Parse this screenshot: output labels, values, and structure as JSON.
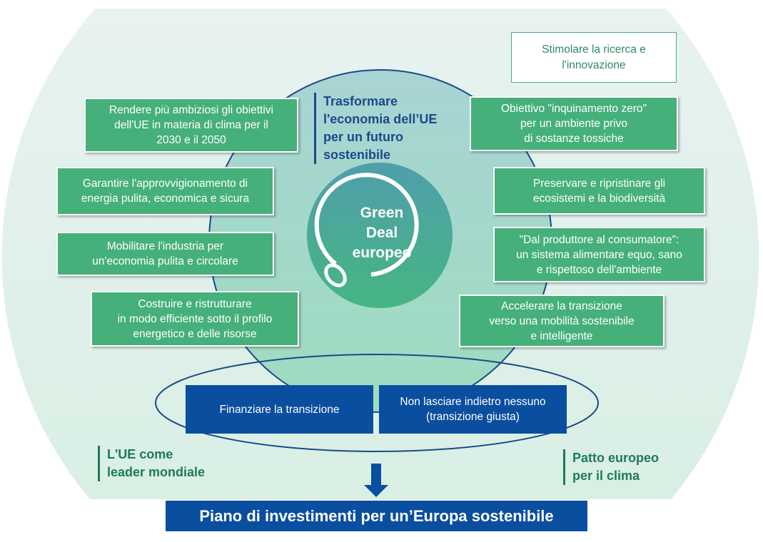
{
  "colors": {
    "green": "#45b07a",
    "blue": "#0a4ea0",
    "dark_green": "#1e7a5a",
    "navy": "#1a4a8a"
  },
  "center": {
    "line1": "Green",
    "line2": "Deal",
    "line3": "europeo"
  },
  "heading": {
    "line1": "Trasformare",
    "line2": "l'economia dell’UE",
    "line3": "per un futuro",
    "line4": "sostenibile"
  },
  "left_boxes": [
    {
      "line1": "Rendere più ambiziosi gli obiettivi",
      "line2": "dell'UE in materia di clima per il",
      "line3": "2030 e il 2050"
    },
    {
      "line1": "Garantire l'approvvigionamento di",
      "line2": "energia pulita, economica e sicura"
    },
    {
      "line1": "Mobilitare l'industria per",
      "line2": "un'economia pulita e circolare"
    },
    {
      "line1": "Costruire e ristrutturare",
      "line2": "in modo efficiente sotto il profilo",
      "line3": "energetico e delle risorse"
    }
  ],
  "right_boxes": [
    {
      "line1": "Stimolare la ricerca e",
      "line2": "l'innovazione"
    },
    {
      "line1": "Obiettivo \"inquinamento zero\"",
      "line2": "per un ambiente privo",
      "line3": "di sostanze tossiche"
    },
    {
      "line1": "Preservare e ripristinare gli",
      "line2": "ecosistemi e la biodiversità"
    },
    {
      "line1": "\"Dal produttore al consumatore\":",
      "line2": "un sistema alimentare equo, sano",
      "line3": "e rispettoso dell'ambiente"
    },
    {
      "line1": "Accelerare la transizione",
      "line2": "verso una mobilità sostenibile",
      "line3": "e intelligente"
    }
  ],
  "bottom_boxes": [
    {
      "line1": "Finanziare la transizione"
    },
    {
      "line1": "Non lasciare indietro nessuno",
      "line2": "(transizione giusta)"
    }
  ],
  "leader": {
    "line1": "L'UE come",
    "line2": "leader mondiale"
  },
  "pact": {
    "line1": "Patto europeo",
    "line2": "per il clima"
  },
  "plan": "Piano di investimenti per un’Europa sostenibile"
}
